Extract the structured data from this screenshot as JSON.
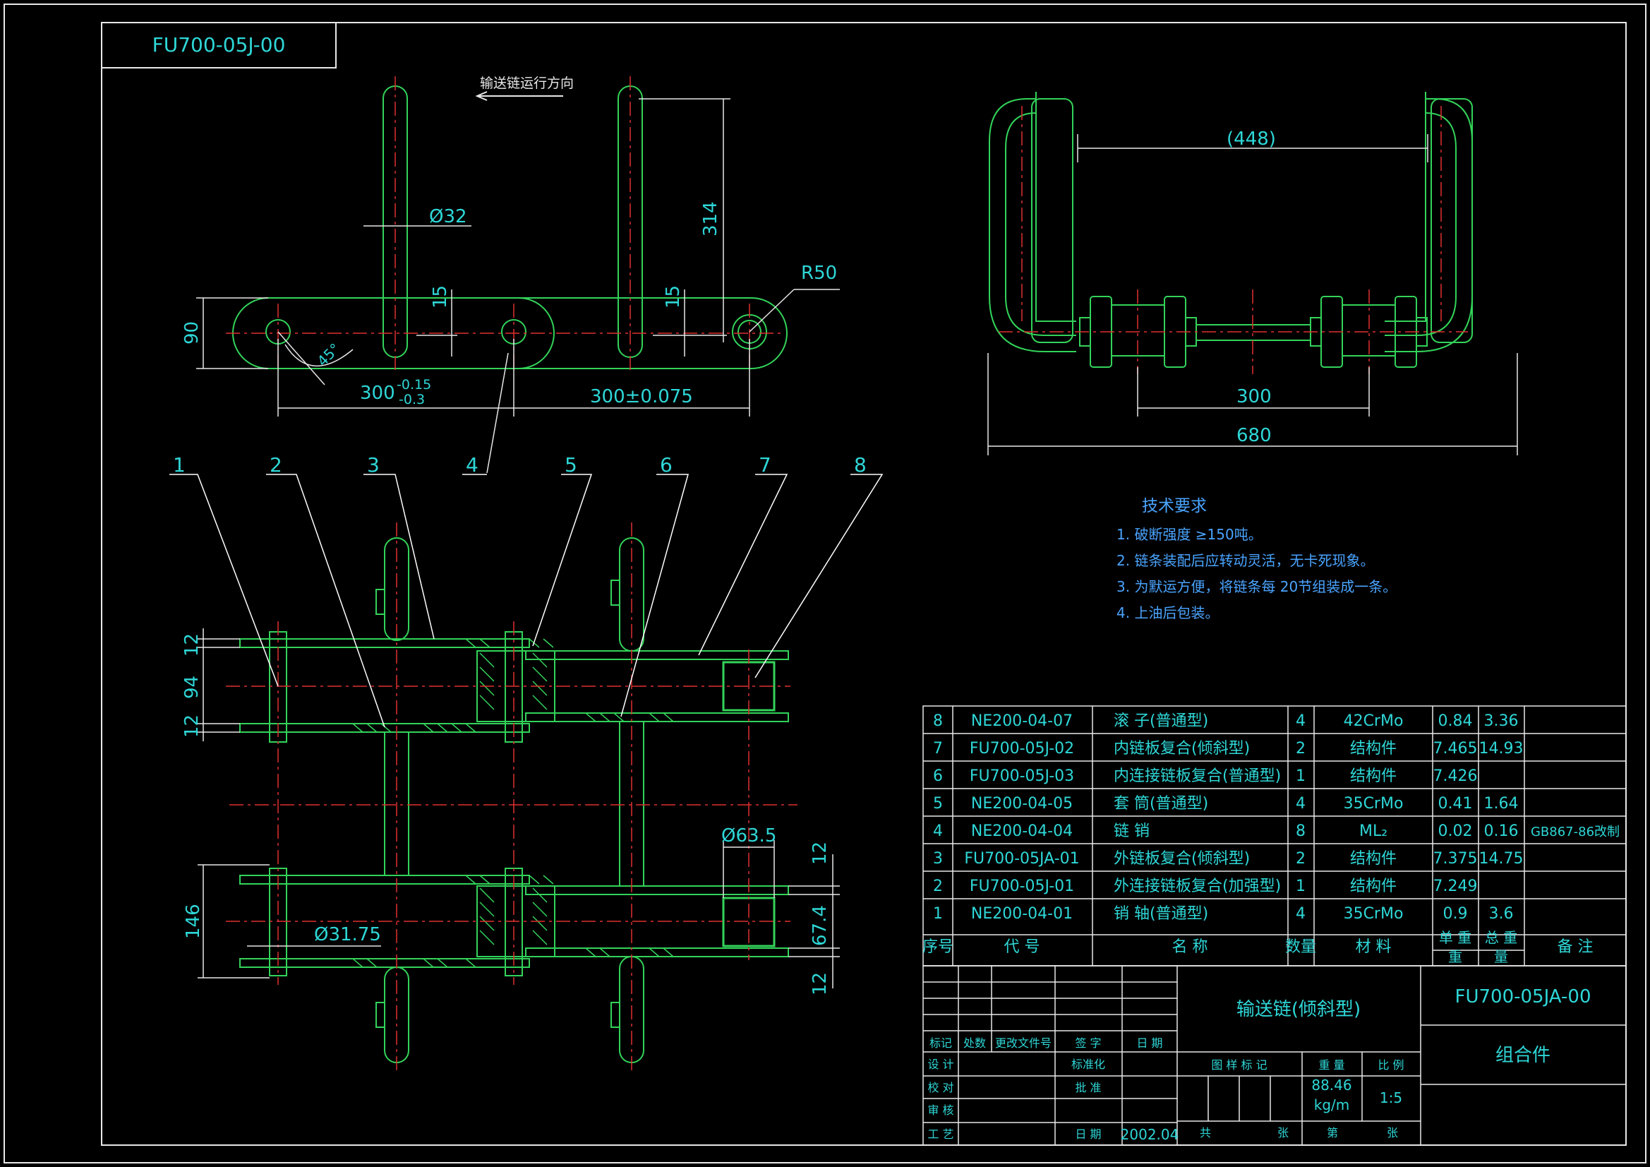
{
  "drawing_number_box": "FU700-05J-00",
  "direction_note": "输送链运行方向",
  "colors": {
    "frame": "#e8e8e8",
    "geometry": "#33d35a",
    "dimension": "#2fd7d7",
    "centerline": "#e03030",
    "leader": "#ffffff",
    "note": "#4aa4ff"
  },
  "dims": {
    "d32": "Ø32",
    "d314": "314",
    "d90": "90",
    "d15a": "15",
    "d15b": "15",
    "r50": "R50",
    "a45": "45°",
    "p300": "300",
    "tol_up": "-0.15",
    "tol_dn": "-0.3",
    "p300b": "300±0.075",
    "d448": "(448)",
    "d300c": "300",
    "d680": "680",
    "d12a": "12",
    "d94": "94",
    "d12b": "12",
    "d146": "146",
    "d3175": "Ø31.75",
    "d635": "Ø63.5",
    "d12c": "12",
    "d674": "67.4",
    "d12d": "12"
  },
  "balloons": [
    "1",
    "2",
    "3",
    "4",
    "5",
    "6",
    "7",
    "8"
  ],
  "tech_req": {
    "title": "技术要求",
    "items": [
      "1. 破断强度 ≥150吨。",
      "2. 链条装配后应转动灵活，无卡死现象。",
      "3. 为默运方便，将链条每 20节组装成一条。",
      "4. 上油后包装。"
    ]
  },
  "bom": {
    "rows": [
      {
        "no": "8",
        "code": "NE200-04-07",
        "name": "滚 子(普通型)",
        "qty": "4",
        "mat": "42CrMo",
        "unit": "0.84",
        "total": "3.36",
        "note": ""
      },
      {
        "no": "7",
        "code": "FU700-05J-02",
        "name": "内链板复合(倾斜型)",
        "qty": "2",
        "mat": "结构件",
        "unit": "7.465",
        "total": "14.93",
        "note": ""
      },
      {
        "no": "6",
        "code": "FU700-05J-03",
        "name": "内连接链板复合(普通型)",
        "qty": "1",
        "mat": "结构件",
        "unit": "7.426",
        "total": "",
        "note": ""
      },
      {
        "no": "5",
        "code": "NE200-04-05",
        "name": "套 筒(普通型)",
        "qty": "4",
        "mat": "35CrMo",
        "unit": "0.41",
        "total": "1.64",
        "note": ""
      },
      {
        "no": "4",
        "code": "NE200-04-04",
        "name": "链 销",
        "qty": "8",
        "mat": "ML₂",
        "unit": "0.02",
        "total": "0.16",
        "note": "GB867-86改制"
      },
      {
        "no": "3",
        "code": "FU700-05JA-01",
        "name": "外链板复合(倾斜型)",
        "qty": "2",
        "mat": "结构件",
        "unit": "7.375",
        "total": "14.75",
        "note": ""
      },
      {
        "no": "2",
        "code": "FU700-05J-01",
        "name": "外连接链板复合(加强型)",
        "qty": "1",
        "mat": "结构件",
        "unit": "7.249",
        "total": "",
        "note": ""
      },
      {
        "no": "1",
        "code": "NE200-04-01",
        "name": "销 轴(普通型)",
        "qty": "4",
        "mat": "35CrMo",
        "unit": "0.9",
        "total": "3.6",
        "note": ""
      }
    ],
    "header": {
      "no": "序号",
      "code": "代 号",
      "name": "名 称",
      "qty": "数量",
      "mat": "材 料",
      "unit1": "单 重",
      "total1": "总 重",
      "unit2": "重",
      "total2": "量",
      "note": "备 注"
    }
  },
  "title_block": {
    "product_name": "输送链(倾斜型)",
    "drawing_no": "FU700-05JA-00",
    "type": "组合件",
    "mark": "标记",
    "count": "处数",
    "change": "更改文件号",
    "sign": "签 字",
    "date": "日 期",
    "design": "设 计",
    "standard": "标准化",
    "check": "校 对",
    "approve": "批 准",
    "review": "审 核",
    "process": "工 艺",
    "date2": "日 期",
    "date_val": "2002.04",
    "sample_mark": "图 样 标 记",
    "weight": "重 量",
    "scale": "比 例",
    "weight_val1": "88.46",
    "weight_val2": "kg/m",
    "scale_val": "1:5",
    "total_sheets": "共",
    "sheets": "张",
    "sheet_no": "第",
    "sheets2": "张"
  }
}
